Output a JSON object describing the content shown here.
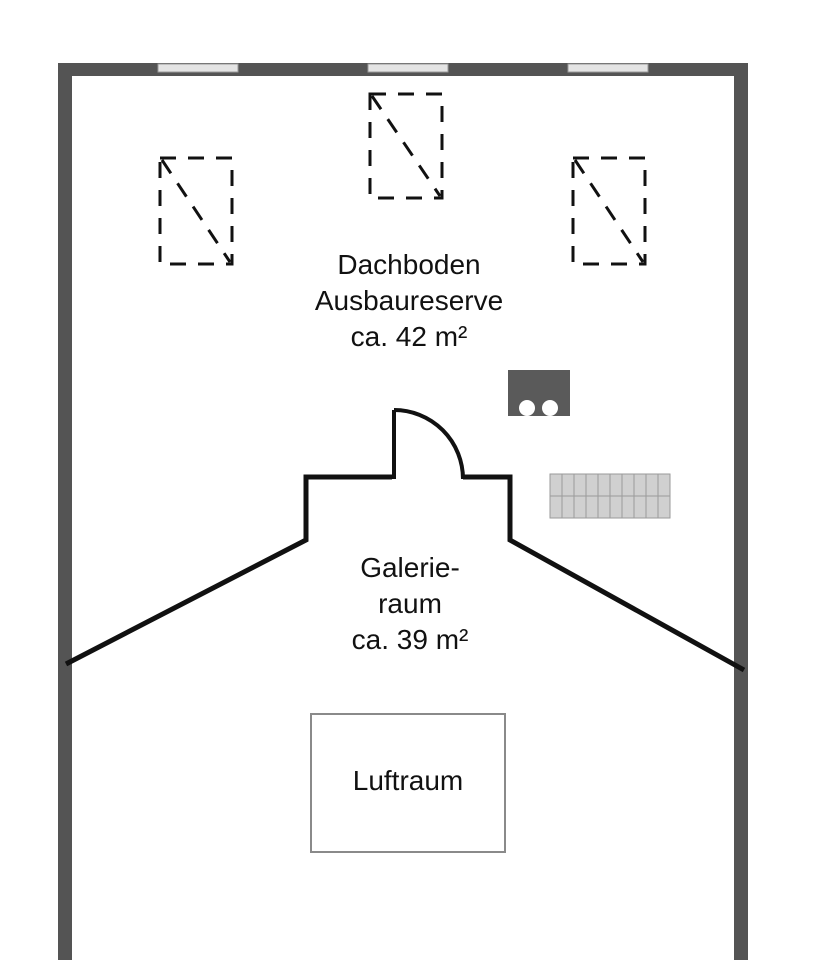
{
  "plan": {
    "colors": {
      "background": "#ffffff",
      "outer_wall": "#545454",
      "inner_wall": "#111111",
      "window": "#e4e4e4",
      "skylight": "#111111",
      "chimney": "#5a5a5a",
      "stair": "#cccccc",
      "void": "#8a8a8a"
    },
    "rooms": {
      "dachboden": {
        "line1": "Dachboden",
        "line2": "Ausbaureserve",
        "line3": "ca. 42 m²"
      },
      "galerie": {
        "line1": "Galerie-",
        "line2": "raum",
        "line3": "ca. 39 m²"
      },
      "luftraum": {
        "line1": "Luftraum"
      }
    },
    "icons": {
      "skylight": "skylight-icon",
      "chimney": "chimney-icon",
      "stair": "stair-icon",
      "door": "door-swing-icon"
    }
  }
}
